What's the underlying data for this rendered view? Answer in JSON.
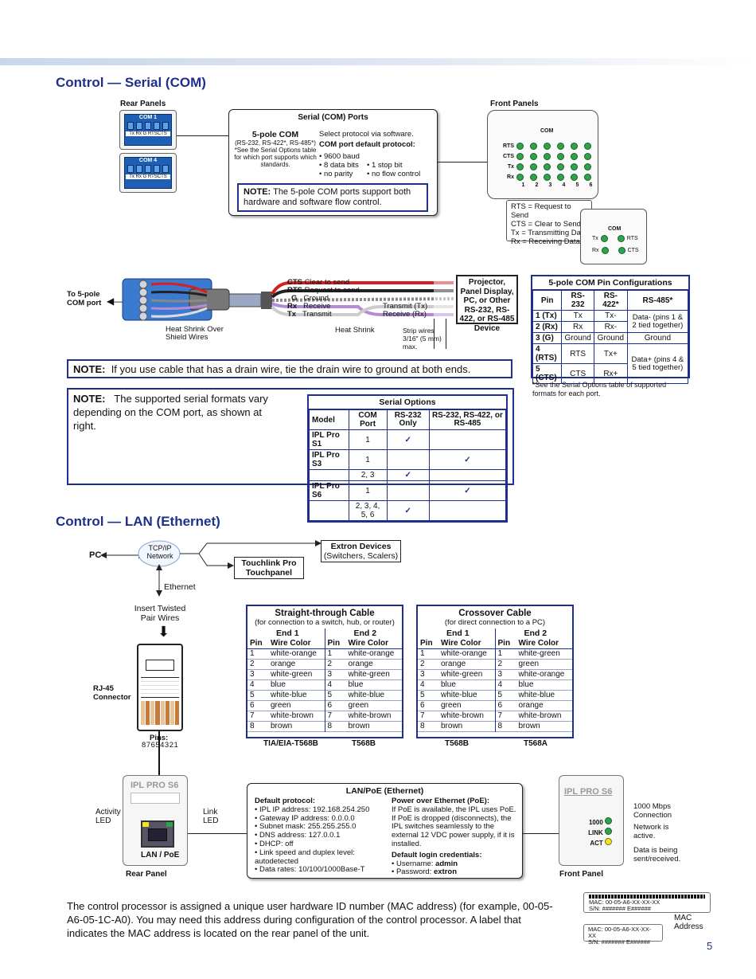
{
  "page": {
    "number": "5"
  },
  "serial": {
    "heading": "Control — Serial (COM)",
    "rear_panels_label": "Rear Panels",
    "front_panels_label": "Front Panels",
    "com1": "COM 1",
    "com4": "COM 4",
    "port_pins": "Tx Rx  G  RTSCTS",
    "ports_box": {
      "title": "Serial (COM) Ports",
      "pole_title": "5-pole COM",
      "pole_desc": "(RS-232, RS-422*, RS-485*) *See the Serial Options table for which port supports which standards.",
      "select_text": "Select protocol via software.",
      "default_title": "COM port default protocol:",
      "defaults": [
        "• 9600 baud",
        "• 8 data bits",
        "• no parity",
        "• 1 stop bit",
        "• no flow control"
      ],
      "note_label": "NOTE:",
      "note_text": "The 5-pole COM ports support both hardware and software flow control."
    },
    "front": {
      "com_label": "COM",
      "rows": [
        "RTS",
        "CTS",
        "Tx",
        "Rx"
      ],
      "cols": [
        "1",
        "2",
        "3",
        "4",
        "5",
        "6"
      ],
      "legend": [
        "RTS = Request to Send",
        "CTS = Clear to Send",
        "Tx = Transmitting Data",
        "Rx = Receiving Data"
      ],
      "small_com": "COM",
      "small_leds": [
        "Tx",
        "RTS",
        "Rx",
        "CTS"
      ]
    },
    "cable": {
      "to_port": "To 5-pole COM port",
      "heat_shrink_shield": "Heat Shrink Over Shield Wires",
      "heat_shrink": "Heat Shrink",
      "strip": "Strip wires 3/16\" (5 mm) max.",
      "wires": [
        {
          "name": "CTS",
          "desc": "Clear to send"
        },
        {
          "name": "RTS",
          "desc": "Request to send"
        },
        {
          "name": "G",
          "desc": "Ground"
        },
        {
          "name": "Rx",
          "desc": "Receive"
        },
        {
          "name": "Tx",
          "desc": "Transmit"
        }
      ],
      "transmit": "Transmit (Tx)",
      "receive": "Receive (Rx)",
      "device": "Projector, Panel Display, PC, or Other RS-232, RS-422, or RS-485 Device"
    },
    "pin_config": {
      "title": "5-pole COM Pin Configurations",
      "headers": [
        "Pin",
        "RS-232",
        "RS-422*",
        "RS-485*"
      ],
      "rows": [
        [
          "1 (Tx)",
          "Tx",
          "Tx-",
          "Data- (pins 1 & 2 tied together)"
        ],
        [
          "2 (Rx)",
          "Rx",
          "Rx-",
          ""
        ],
        [
          "3 (G)",
          "Ground",
          "Ground",
          "Ground"
        ],
        [
          "4 (RTS)",
          "RTS",
          "Tx+",
          "Data+ (pins 4 & 5 tied together)"
        ],
        [
          "5 (CTS)",
          "CTS",
          "Rx+",
          ""
        ]
      ],
      "footnote": "*See the Serial Options table of supported formats for each port."
    },
    "drain_note": {
      "label": "NOTE:",
      "text": "If you use cable that has a drain wire, tie the drain wire to ground at both ends."
    },
    "formats_note": {
      "label": "NOTE:",
      "text": "The supported serial formats vary depending on the COM port, as shown at right."
    },
    "options": {
      "title": "Serial Options",
      "headers": [
        "Model",
        "COM Port",
        "RS-232 Only",
        "RS-232, RS-422, or RS-485"
      ],
      "rows": [
        {
          "model": "IPL Pro S1",
          "port": "1",
          "rs232": "✓",
          "all": ""
        },
        {
          "model": "IPL Pro S3",
          "port": "1",
          "rs232": "",
          "all": "✓"
        },
        {
          "model": "",
          "port": "2, 3",
          "rs232": "✓",
          "all": ""
        },
        {
          "model": "IPL Pro S6",
          "port": "1",
          "rs232": "",
          "all": "✓"
        },
        {
          "model": "",
          "port": "2, 3, 4, 5, 6",
          "rs232": "✓",
          "all": ""
        }
      ]
    }
  },
  "lan": {
    "heading": "Control — LAN (Ethernet)",
    "pc": "PC",
    "network": "TCP/IP Network",
    "extron_devices": "Extron Devices",
    "extron_sub": "(Switchers, Scalers)",
    "touchlink": "Touchlink Pro Touchpanel",
    "ethernet": "Ethernet",
    "insert": "Insert Twisted Pair Wires",
    "rj45": "RJ-45 Connector",
    "pins_label": "Pins:",
    "pins_value": "87654321",
    "straight": {
      "title": "Straight-through Cable",
      "subtitle": "(for connection to a switch, hub, or router)",
      "end1": "End 1",
      "end2": "End 2",
      "pin": "Pin",
      "wire": "Wire Color",
      "rows": [
        [
          "1",
          "white-orange",
          "1",
          "white-orange"
        ],
        [
          "2",
          "orange",
          "2",
          "orange"
        ],
        [
          "3",
          "white-green",
          "3",
          "white-green"
        ],
        [
          "4",
          "blue",
          "4",
          "blue"
        ],
        [
          "5",
          "white-blue",
          "5",
          "white-blue"
        ],
        [
          "6",
          "green",
          "6",
          "green"
        ],
        [
          "7",
          "white-brown",
          "7",
          "white-brown"
        ],
        [
          "8",
          "brown",
          "8",
          "brown"
        ]
      ],
      "std1": "TIA/EIA-T568B",
      "std2": "T568B"
    },
    "crossover": {
      "title": "Crossover Cable",
      "subtitle": "(for direct connection to a PC)",
      "end1": "End 1",
      "end2": "End 2",
      "pin": "Pin",
      "wire": "Wire Color",
      "rows": [
        [
          "1",
          "white-orange",
          "1",
          "white-green"
        ],
        [
          "2",
          "orange",
          "2",
          "green"
        ],
        [
          "3",
          "white-green",
          "3",
          "white-orange"
        ],
        [
          "4",
          "blue",
          "4",
          "blue"
        ],
        [
          "5",
          "white-blue",
          "5",
          "white-blue"
        ],
        [
          "6",
          "green",
          "6",
          "orange"
        ],
        [
          "7",
          "white-brown",
          "7",
          "white-brown"
        ],
        [
          "8",
          "brown",
          "8",
          "brown"
        ]
      ],
      "std1": "T568B",
      "std2": "T568A"
    },
    "rear": {
      "model": "IPL PRO S6",
      "activity": "Activity LED",
      "link": "Link LED",
      "port": "LAN / PoE",
      "label": "Rear Panel"
    },
    "poe_box": {
      "title": "LAN/PoE (Ethernet)",
      "default_title": "Default protocol:",
      "defaults": [
        "• IPL IP address: 192.168.254.250",
        "• Gateway IP address: 0.0.0.0",
        "• Subnet mask: 255.255.255.0",
        "• DNS address: 127.0.0.1",
        "• DHCP: off",
        "• Link speed and duplex level: autodetected",
        "• Data rates: 10/100/1000Base-T"
      ],
      "poe_title": "Power over Ethernet (PoE):",
      "poe_text": "If PoE is available, the IPL uses PoE. If PoE is dropped (disconnects), the IPL switches seamlessly to the external 12 VDC power supply, if it is installed.",
      "login_title": "Default login credentials:",
      "username_label": "• Username: ",
      "username": "admin",
      "password_label": "• Password: ",
      "password": "extron"
    },
    "front": {
      "model": "IPL PRO S6",
      "leds": [
        "1000",
        "LINK",
        "ACT"
      ],
      "notes": [
        "1000 Mbps Connection",
        "Network is active.",
        "Data is being sent/received."
      ],
      "label": "Front Panel"
    },
    "mac_text": "The control processor is assigned a unique user hardware ID number (MAC address) (for example, 00-05-A6-05-1C-A0). You may need this address during configuration of the control processor. A label that indicates the MAC address is located on the rear panel of the unit.",
    "mac_label_line1": "MAC: 00-05-A6-XX-XX-XX",
    "mac_label_line2": "S/N: ####### E######",
    "mac_address": "MAC Address"
  }
}
